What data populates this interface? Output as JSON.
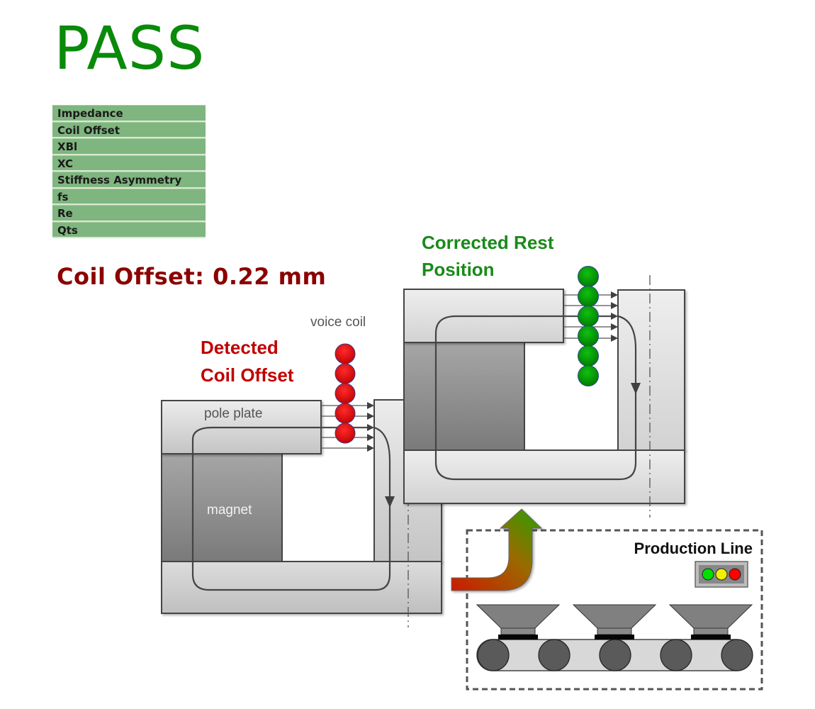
{
  "status": {
    "label": "PASS",
    "color": "#0a8a0a"
  },
  "parameters": [
    "Impedance",
    "Coil Offset",
    "XBl",
    "XC",
    "Stiffness Asymmetry",
    "fs",
    "Re",
    "Qts"
  ],
  "result": {
    "text": "Coil Offset: 0.22 mm",
    "value": 0.22,
    "unit": "mm",
    "color": "#8b0000"
  },
  "diagram": {
    "detected": {
      "title_line1": "Detected",
      "title_line2": "Coil Offset",
      "color": "#c00000",
      "voice_coil_label": "voice coil",
      "pole_plate_label": "pole plate",
      "magnet_label": "magnet",
      "coil_dot_color": "#e00000",
      "coil_dot_count": 5
    },
    "corrected": {
      "title_line1": "Corrected Rest",
      "title_line2": "Position",
      "color": "#1a8a1a",
      "coil_dot_color": "#00a000",
      "coil_dot_count": 6
    },
    "production_line": {
      "label": "Production Line",
      "traffic_light": [
        "#00e000",
        "#f0f000",
        "#ff0000"
      ],
      "speaker_count": 3,
      "roller_count": 5
    }
  }
}
